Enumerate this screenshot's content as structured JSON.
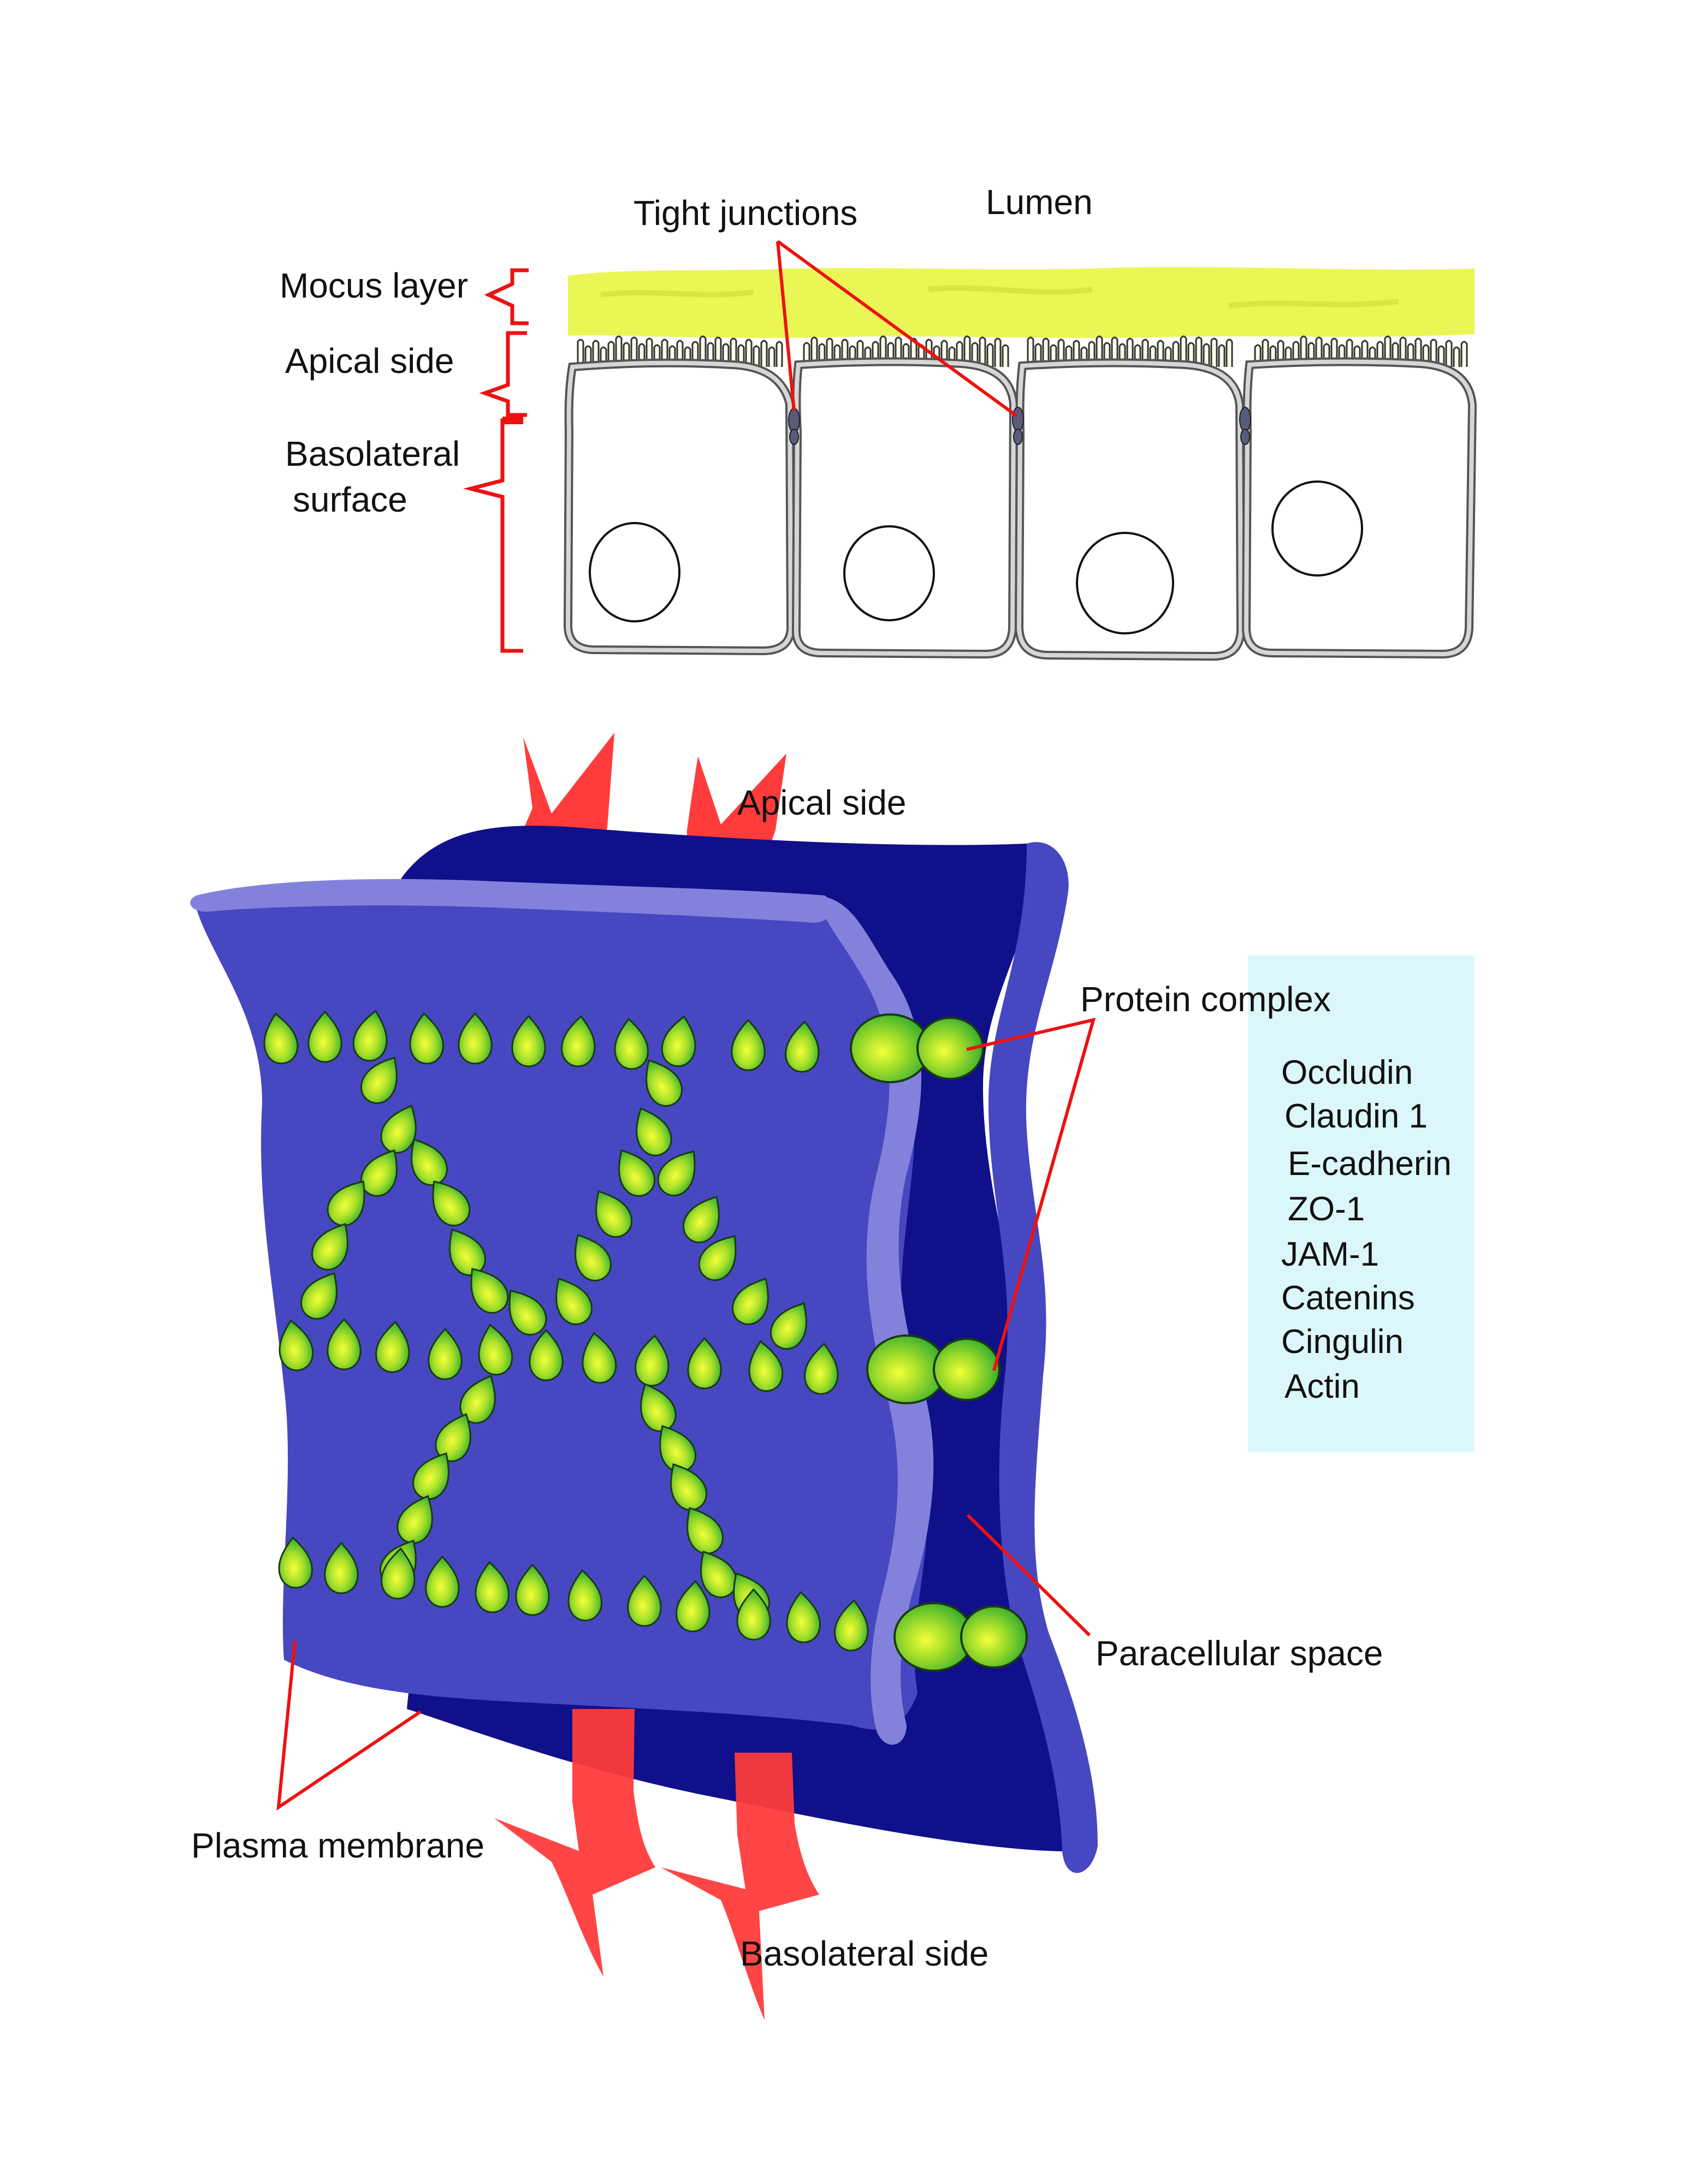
{
  "top": {
    "tight_junctions": "Tight junctions",
    "lumen": "Lumen",
    "mocus_layer": "Mocus layer",
    "apical_side": "Apical side",
    "basolateral_line1": "Basolateral",
    "basolateral_line2": "surface"
  },
  "bottom": {
    "apical_side": "Apical side",
    "protein_complex": "Protein complex",
    "proteins": [
      "Occludin",
      "Claudin 1",
      "E-cadherin",
      "ZO-1",
      "JAM-1",
      "Catenins",
      "Cingulin",
      "Actin"
    ],
    "paracellular_space": "Paracellular space",
    "plasma_membrane": "Plasma membrane",
    "basolateral_side": "Basolateral side"
  },
  "colors": {
    "mucus": "#e8f542",
    "membrane_front": "#4747c2",
    "membrane_back": "#10108a",
    "membrane_highlight": "#8282dc",
    "protein_green": "#1aa832",
    "arrow_red": "#ff3b3b",
    "label_line": "#ee1111",
    "legend_bg": "#dcf7fb"
  }
}
